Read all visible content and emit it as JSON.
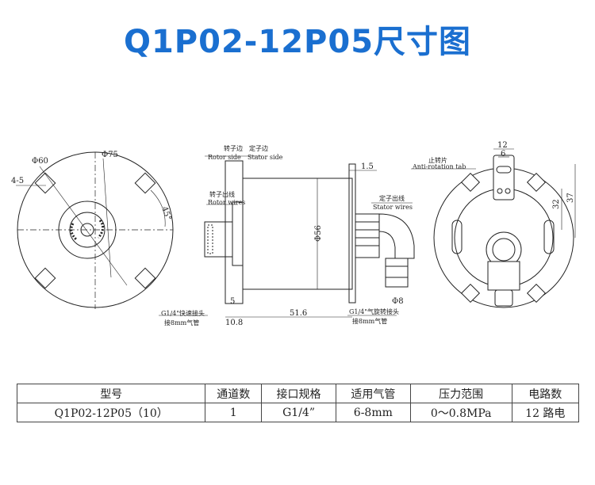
{
  "title": "Q1P02-12P05尺寸图",
  "front_view": {
    "dia_outer": "Φ60",
    "dia_pcd": "Φ75",
    "slot": "4-5",
    "angle": "45°"
  },
  "side_view": {
    "rotor_side": "转子边",
    "stator_side": "定子边",
    "rotor_side_en": "Rotor side",
    "stator_side_en": "Stator side",
    "rotor_wires": "转子出线",
    "rotor_wires_en": "Rotor wires",
    "stator_wires": "定子出线",
    "stator_wires_en": "Stator wires",
    "dim_1_5": "1.5",
    "dim_56": "Φ56",
    "dim_5": "5",
    "dim_10_8": "10.8",
    "dim_51_6": "51.6",
    "dim_8": "Φ8",
    "fitting_left": "G1/4\"快速接头",
    "fitting_left_2": "接8mm气管",
    "fitting_right": "G1/4\"气旋转接头",
    "fitting_right_2": "接8mm气管"
  },
  "rear_view": {
    "dim_12": "12",
    "dim_6": "6",
    "anti_rotation": "止转片",
    "anti_rotation_en": "Anti-rotation tab",
    "dim_32": "32",
    "dim_37": "37"
  },
  "table": {
    "headers": [
      "型号",
      "通道数",
      "接口规格",
      "适用气管",
      "压力范围",
      "电路数"
    ],
    "row": [
      "Q1P02-12P05（10）",
      "1",
      "G1/4”",
      "6-8mm",
      "0～0.8MPa",
      "12 路电"
    ]
  }
}
